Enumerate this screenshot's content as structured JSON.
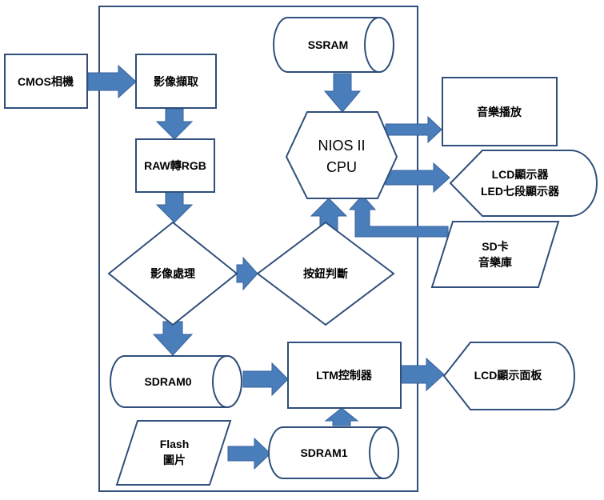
{
  "nodes": {
    "cmos": "CMOS相機",
    "capture": "影像擷取",
    "raw2rgb": "RAW轉RGB",
    "image_processing": "影像處理",
    "button": "按鈕判斷",
    "ssram": "SSRAM",
    "cpu_line1": "NIOS II",
    "cpu_line2": "CPU",
    "audio": "音樂播放",
    "lcd_line1": "LCD顯示器",
    "lcd_line2": "LED七段顯示器",
    "sd_line1": "SD卡",
    "sd_line2": "音樂庫",
    "sdram0": "SDRAM0",
    "ltm": "LTM控制器",
    "lcd_panel": "LCD顯示面板",
    "flash_line1": "Flash",
    "flash_line2": "圖片",
    "sdram1": "SDRAM1"
  },
  "colors": {
    "arrow_fill": "#4a7ebb",
    "border": "#2f4f7a"
  }
}
